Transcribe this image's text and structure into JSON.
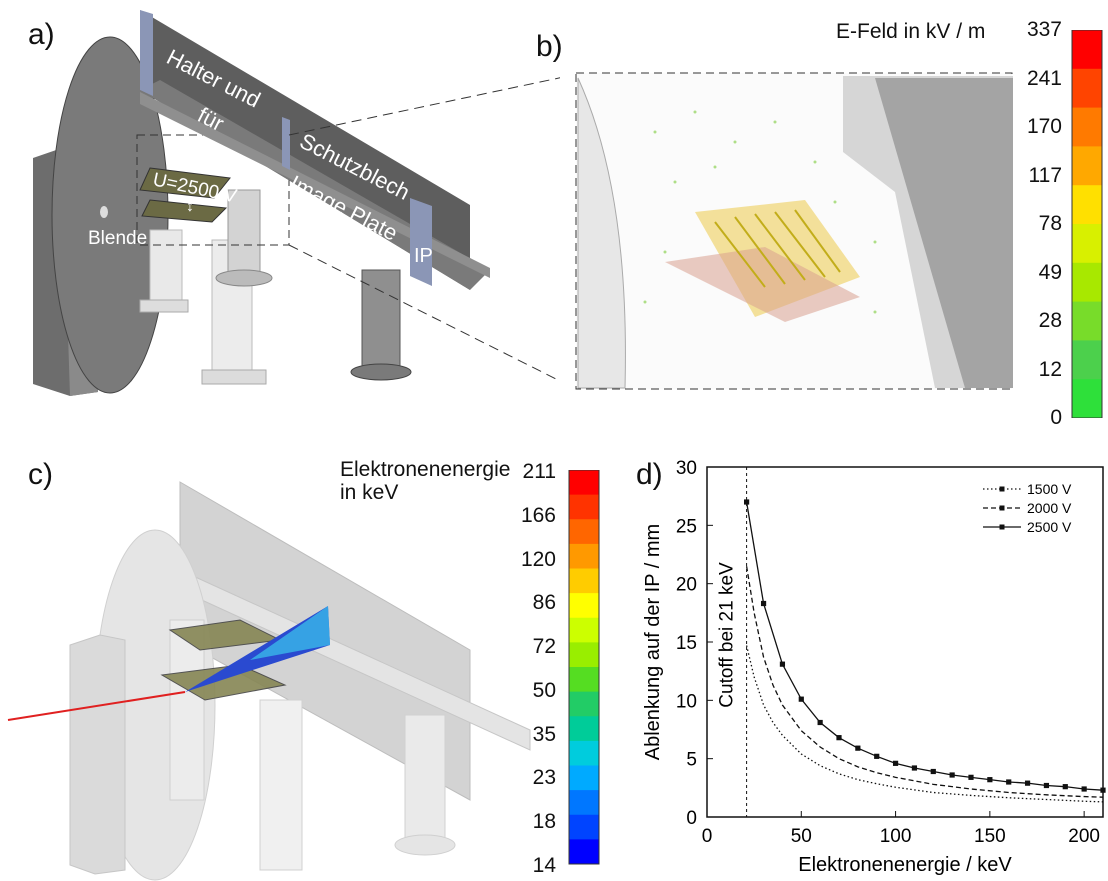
{
  "panels": {
    "a": {
      "label": "a)",
      "bar_label_1": "Halter und",
      "bar_label_2": "für",
      "bar_label_3": "Schutzblech",
      "bar_label_4": "Image Plate",
      "ip_label": "IP",
      "voltage_label": "U=2500 V",
      "aperture_label": "Blende"
    },
    "b": {
      "label": "b)",
      "colorbar_title": "E-Feld in kV / m",
      "colorbar_ticks": [
        "337",
        "241",
        "170",
        "117",
        "78",
        "49",
        "28",
        "12",
        "0"
      ],
      "colors": [
        "#ff0000",
        "#ff4400",
        "#ff7a00",
        "#ffa800",
        "#ffe000",
        "#d8f000",
        "#a8e800",
        "#78dc2a",
        "#4cd04c",
        "#2ee03a"
      ]
    },
    "c": {
      "label": "c)",
      "colorbar_title_1": "Elektronenenergie",
      "colorbar_title_2": "in keV",
      "colorbar_ticks": [
        "211",
        "166",
        "120",
        "86",
        "72",
        "50",
        "35",
        "23",
        "18",
        "14"
      ],
      "colors": [
        "#ff0000",
        "#ff3300",
        "#ff6600",
        "#ff9900",
        "#ffcc00",
        "#ffff00",
        "#ccff00",
        "#99ee00",
        "#55dd22",
        "#22cc66",
        "#00cc99",
        "#00ccdd",
        "#00aaff",
        "#0077ff",
        "#0044ff",
        "#0000ff"
      ]
    },
    "d": {
      "label": "d)",
      "cutoff_label": "Cutoff bei 21 keV"
    }
  },
  "chart_data": {
    "type": "line",
    "xlabel": "Elektronenenergie / keV",
    "ylabel": "Ablenkung auf der IP / mm",
    "xlim": [
      0,
      210
    ],
    "ylim": [
      0,
      30
    ],
    "xticks": [
      0,
      50,
      100,
      150,
      200
    ],
    "yticks": [
      0,
      5,
      10,
      15,
      20,
      25,
      30
    ],
    "cutoff_x": 21,
    "legend_position": "top-right",
    "series": [
      {
        "name": "1500 V",
        "style": "dotted",
        "x": [
          21,
          25,
          30,
          35,
          40,
          50,
          60,
          70,
          80,
          90,
          100,
          120,
          140,
          160,
          180,
          200,
          210
        ],
        "values": [
          14.7,
          12.0,
          9.6,
          8.1,
          7.0,
          5.4,
          4.4,
          3.7,
          3.2,
          2.85,
          2.55,
          2.1,
          1.85,
          1.65,
          1.5,
          1.35,
          1.3
        ]
      },
      {
        "name": "2000 V",
        "style": "dashed",
        "x": [
          21,
          25,
          30,
          35,
          40,
          50,
          60,
          70,
          80,
          90,
          100,
          120,
          140,
          160,
          180,
          200,
          210
        ],
        "values": [
          21.5,
          17.5,
          13.7,
          11.3,
          9.6,
          7.4,
          6.0,
          5.0,
          4.3,
          3.8,
          3.4,
          2.8,
          2.4,
          2.1,
          1.9,
          1.75,
          1.7
        ]
      },
      {
        "name": "2500 V",
        "style": "solid-square",
        "x": [
          21,
          30,
          40,
          50,
          60,
          70,
          80,
          90,
          100,
          110,
          120,
          130,
          140,
          150,
          160,
          170,
          180,
          190,
          200,
          210
        ],
        "values": [
          27.0,
          18.3,
          13.1,
          10.1,
          8.1,
          6.8,
          5.9,
          5.2,
          4.6,
          4.2,
          3.9,
          3.6,
          3.4,
          3.2,
          3.0,
          2.9,
          2.7,
          2.6,
          2.4,
          2.3
        ]
      }
    ]
  }
}
